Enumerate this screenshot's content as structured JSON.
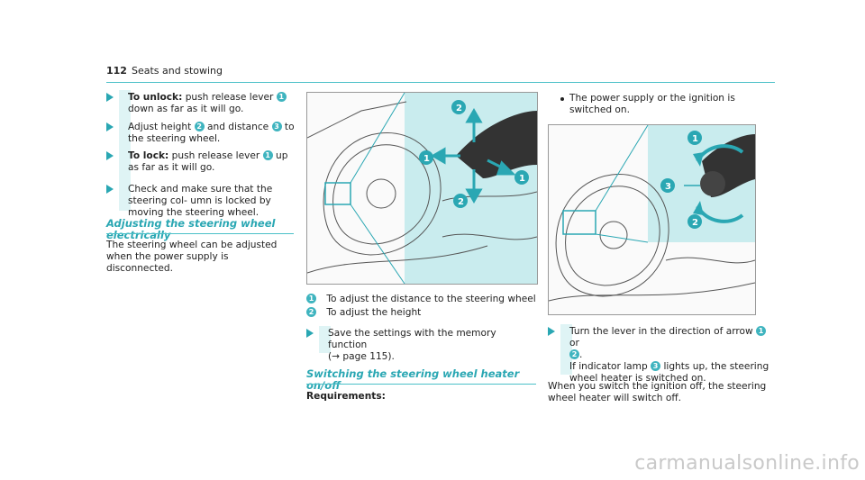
{
  "header": {
    "page_number": "112",
    "section": "Seats and stowing"
  },
  "col1": {
    "unlock": {
      "bold": "To unlock:",
      "text": " push release lever ",
      "after": " down as far as it will go."
    },
    "adjust": {
      "pre": "Adjust height ",
      "mid": " and distance ",
      "after": " to the steering wheel."
    },
    "lock": {
      "bold": "To lock:",
      "text": " push release lever ",
      "after": " up as far as it will go."
    },
    "check": "Check and make sure that the steering col- umn is locked by moving the steering wheel.",
    "heading": "Adjusting the steering wheel electrically",
    "para": "The steering wheel can be adjusted when the power supply is disconnected."
  },
  "col2": {
    "legend1": "To adjust the distance to the steering wheel",
    "legend2": "To adjust the height",
    "save_pre": "Save the settings with the memory function",
    "save_ref": "(→ page 115).",
    "heading": "Switching the steering wheel heater on/off",
    "req": "Requirements:"
  },
  "col3": {
    "bullet": "The power supply or the ignition is switched on.",
    "turn_pre": "Turn the lever in the direction of arrow ",
    "turn_or": " or",
    "turn_dot": ".",
    "indicator_pre": "If indicator lamp ",
    "indicator_after": " lights up, the steering wheel heater is switched on.",
    "para": "When you switch the ignition off, the steering wheel heater will switch off."
  },
  "badges": {
    "one": "1",
    "two": "2",
    "three": "3"
  },
  "watermark": "carmanualsonline.info",
  "colors": {
    "accent": "#2aa7b3",
    "panel": "#c9ecee"
  }
}
